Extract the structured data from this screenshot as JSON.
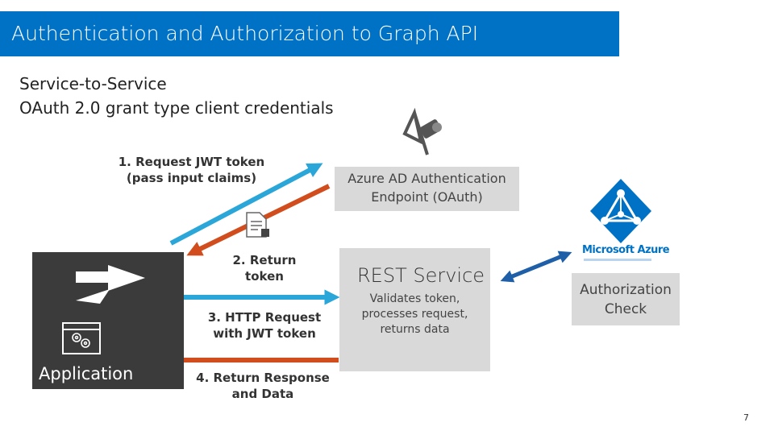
{
  "title": "Authentication and Authorization to Graph API",
  "subtitle_line1": "Service-to-Service",
  "subtitle_line2": "OAuth 2.0 grant type client credentials",
  "steps": {
    "step1_line1": "1. Request JWT token",
    "step1_line2": "(pass input claims)",
    "step2_line1": "2. Return",
    "step2_line2": "token",
    "step3_line1": "3. HTTP Request",
    "step3_line2": "with JWT token",
    "step4_line1": "4. Return Response",
    "step4_line2": "and Data"
  },
  "azure_ad_box": {
    "line1": "Azure AD Authentication",
    "line2": "Endpoint (OAuth)"
  },
  "rest_box": {
    "title": "REST Service",
    "line1": "Validates token,",
    "line2": "processes request,",
    "line3": "returns data"
  },
  "auth_box": {
    "line1": "Authorization",
    "line2": "Check"
  },
  "ms_azure_logo": "Microsoft Azure",
  "application_label": "Application",
  "page_number": "7",
  "colors": {
    "title_bar": "#0072c6",
    "arrow_blue": "#2aa6d8",
    "arrow_orange": "#d14d1d",
    "arrow_dark_blue": "#1f5fa8",
    "box_grey": "#d9d9d9",
    "app_box": "#3b3b3b",
    "azure_blue": "#0072c6"
  },
  "icons": [
    "document-icon",
    "document-lock-icon",
    "azure-ad-app-icon",
    "azure-ad-pyramid-icon",
    "application-window-icon",
    "gears-icon",
    "arrow-shape-icon"
  ]
}
